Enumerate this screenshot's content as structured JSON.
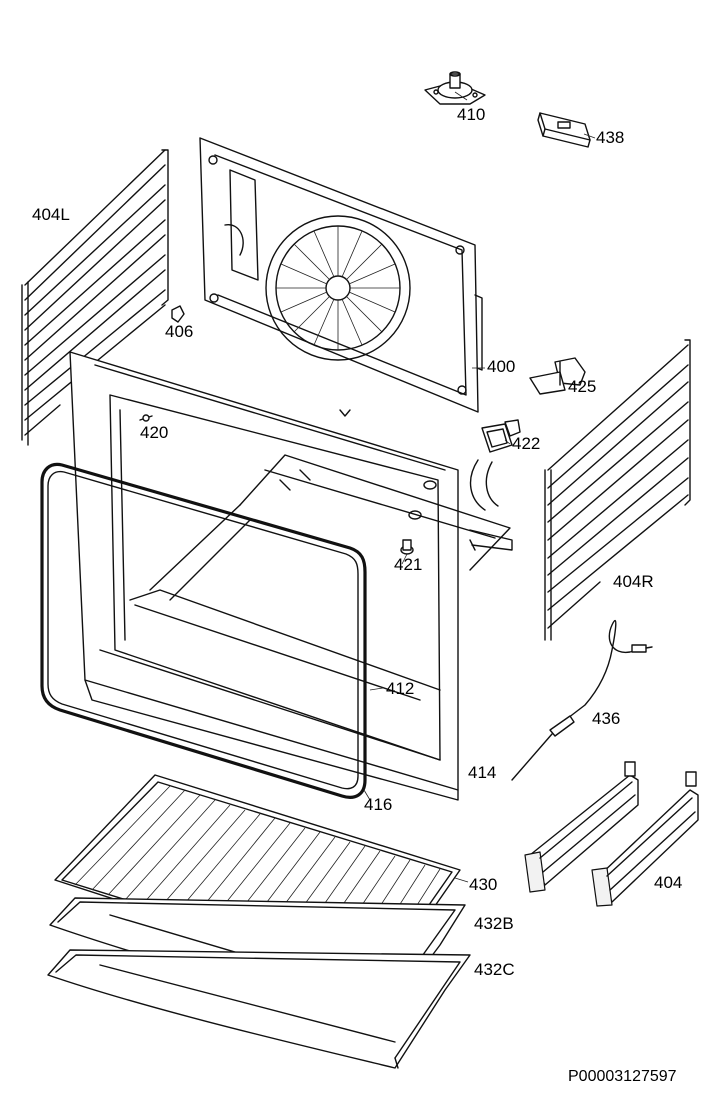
{
  "document": {
    "code": "P00003127597"
  },
  "parts": [
    {
      "id": "p410",
      "label": "410"
    },
    {
      "id": "p438",
      "label": "438"
    },
    {
      "id": "p404L",
      "label": "404L"
    },
    {
      "id": "p406",
      "label": "406"
    },
    {
      "id": "p400",
      "label": "400"
    },
    {
      "id": "p425",
      "label": "425"
    },
    {
      "id": "p420",
      "label": "420"
    },
    {
      "id": "p422",
      "label": "422"
    },
    {
      "id": "p421",
      "label": "421"
    },
    {
      "id": "p404R",
      "label": "404R"
    },
    {
      "id": "p412",
      "label": "412"
    },
    {
      "id": "p436",
      "label": "436"
    },
    {
      "id": "p414",
      "label": "414"
    },
    {
      "id": "p416",
      "label": "416"
    },
    {
      "id": "p404",
      "label": "404"
    },
    {
      "id": "p430",
      "label": "430"
    },
    {
      "id": "p432B",
      "label": "432B"
    },
    {
      "id": "p432C",
      "label": "432C"
    }
  ]
}
